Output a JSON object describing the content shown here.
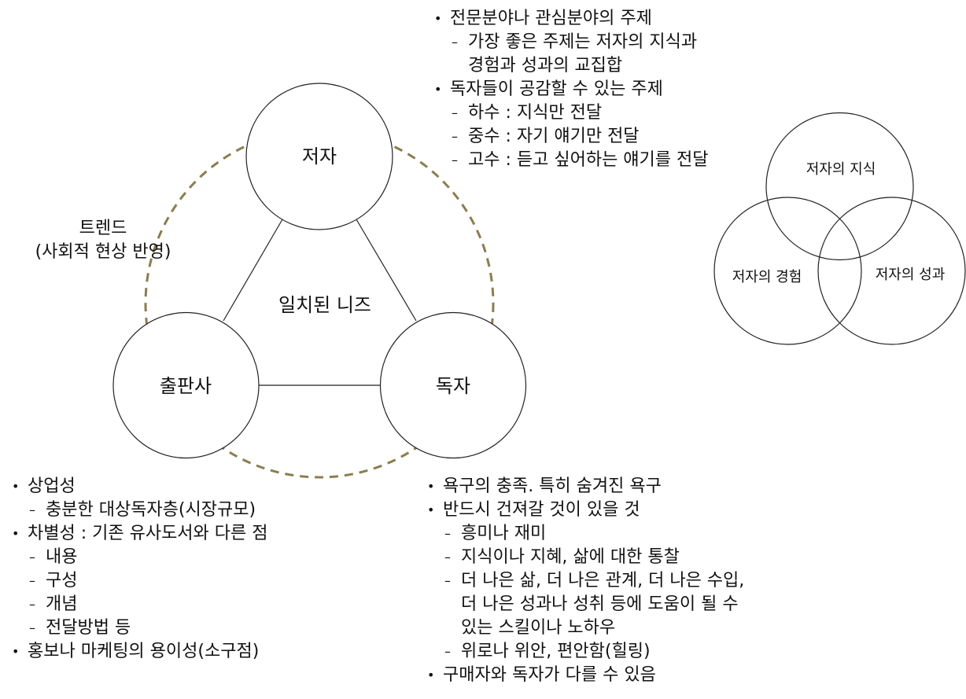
{
  "colors": {
    "line": "#222222",
    "trend_dash": "#8B7D50",
    "background": "#ffffff"
  },
  "triangle": {
    "nodes": {
      "author": "저자",
      "publisher": "출판사",
      "reader": "독자"
    },
    "center_label": "일치된 니즈"
  },
  "trend": {
    "line1": "트렌드",
    "line2": "(사회적 현상 반영)"
  },
  "venn": {
    "knowledge": "저자의 지식",
    "experience": "저자의 경험",
    "achievement": "저자의 성과"
  },
  "author_notes": [
    {
      "type": "bullet",
      "text": "전문분야나 관심분야의 주제"
    },
    {
      "type": "sub",
      "text": "가장 좋은 주제는 저자의 지식과"
    },
    {
      "type": "cont",
      "text": "경험과 성과의 교집합"
    },
    {
      "type": "bullet",
      "text": "독자들이 공감할 수 있는 주제"
    },
    {
      "type": "sub",
      "text": "하수 : 지식만 전달"
    },
    {
      "type": "sub",
      "text": "중수 : 자기 얘기만 전달"
    },
    {
      "type": "sub",
      "text": "고수 : 듣고 싶어하는 얘기를 전달"
    }
  ],
  "publisher_notes": [
    {
      "type": "bullet",
      "text": "상업성"
    },
    {
      "type": "sub",
      "text": "충분한 대상독자층(시장규모)"
    },
    {
      "type": "bullet",
      "text": "차별성 : 기존 유사도서와 다른 점"
    },
    {
      "type": "sub",
      "text": "내용"
    },
    {
      "type": "sub",
      "text": "구성"
    },
    {
      "type": "sub",
      "text": "개념"
    },
    {
      "type": "sub",
      "text": "전달방법 등"
    },
    {
      "type": "bullet",
      "text": "홍보나 마케팅의 용이성(소구점)"
    }
  ],
  "reader_notes": [
    {
      "type": "bullet",
      "text": "욕구의 충족. 특히 숨겨진 욕구"
    },
    {
      "type": "bullet",
      "text": "반드시 건져갈 것이 있을 것"
    },
    {
      "type": "sub",
      "text": "흥미나 재미"
    },
    {
      "type": "sub",
      "text": "지식이나 지혜, 삶에 대한 통찰"
    },
    {
      "type": "sub",
      "text": "더 나은 삶, 더 나은 관계, 더 나은 수입,"
    },
    {
      "type": "cont",
      "text": "더 나은 성과나 성취 등에 도움이 될 수"
    },
    {
      "type": "cont",
      "text": "있는 스킬이나 노하우"
    },
    {
      "type": "sub",
      "text": "위로나 위안, 편안함(힐링)"
    },
    {
      "type": "bullet",
      "text": "구매자와 독자가 다를 수 있음"
    }
  ]
}
